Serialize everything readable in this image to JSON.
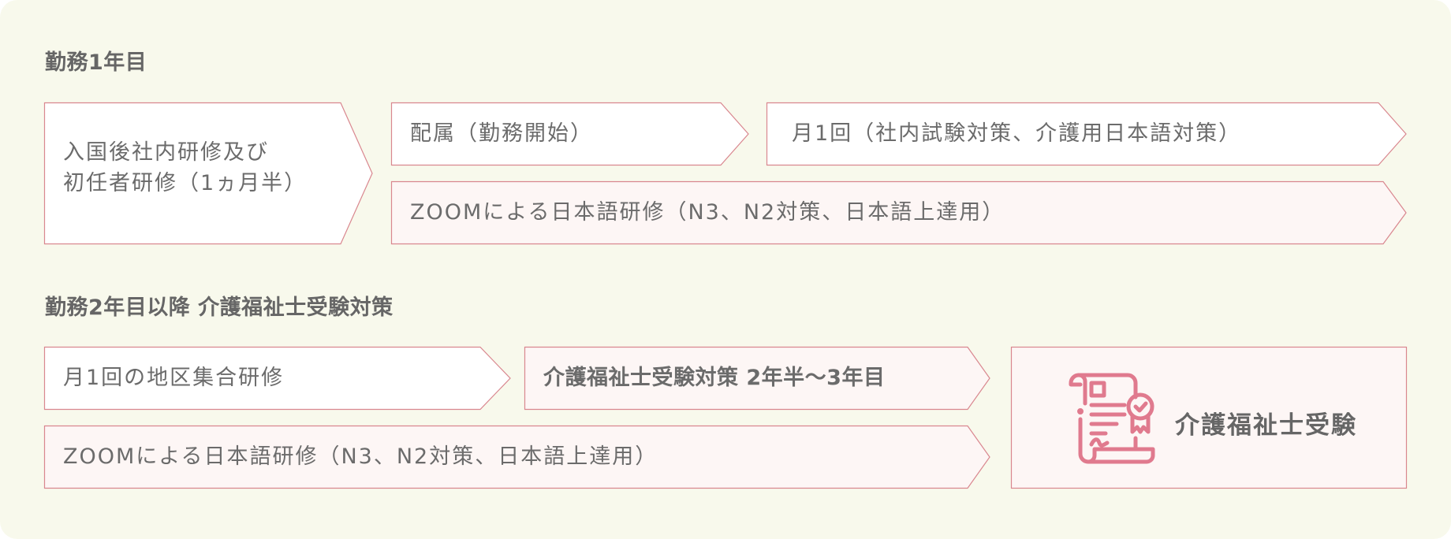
{
  "colors": {
    "background": "#f8f9ec",
    "stroke": "#d9878f",
    "fill_white": "#ffffff",
    "fill_pink": "#fdf6f5",
    "text": "#6b6b6b",
    "icon": "#e07a8e"
  },
  "section1": {
    "heading": "勤務1年目",
    "steps": [
      {
        "line1": "入国後社内研修及び",
        "line2": "初任者研修（1ヵ月半）"
      },
      {
        "label": "配属（勤務開始）"
      },
      {
        "label": "月1回（社内試験対策、介護用日本語対策）"
      },
      {
        "label": "ZOOMによる日本語研修（N3、N2対策、日本語上達用）"
      }
    ]
  },
  "section2": {
    "heading": "勤務2年目以降 介護福祉士受験対策",
    "steps": [
      {
        "label": "月1回の地区集合研修"
      },
      {
        "label": "介護福祉士受験対策 2年半〜3年目"
      },
      {
        "label": "ZOOMによる日本語研修（N3、N2対策、日本語上達用）"
      }
    ],
    "goal": {
      "label": "介護福祉士受験",
      "icon": "certificate-scroll-icon"
    }
  }
}
